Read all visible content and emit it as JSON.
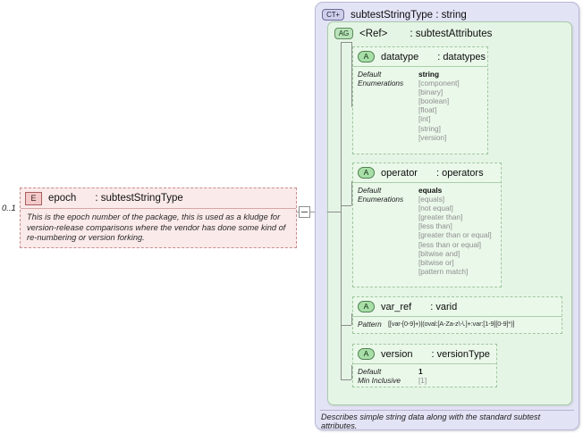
{
  "element": {
    "occurs": "0..1",
    "badge": "E",
    "name": "epoch",
    "type": ": subtestStringType",
    "documentation": "This is the epoch number of the package, this is used as a kludge for version-release comparisons where the vendor has done some kind of re-numbering or version forking."
  },
  "expander": {
    "icon": "minus-expander"
  },
  "complex_type": {
    "badge": "CT+",
    "title": "subtestStringType : string",
    "footer": "Describes simple string data along with the standard subtest attributes."
  },
  "attribute_group": {
    "badge": "AG",
    "ref": "<Ref>",
    "type": ": subtestAttributes"
  },
  "attributes": [
    {
      "badge": "A",
      "name": "datatype",
      "type": ": datatypes",
      "facets": [
        {
          "key": "Default",
          "value": "string",
          "bold": true
        },
        {
          "key": "Enumerations",
          "value": "[component]",
          "enum": true
        }
      ],
      "enumerations": [
        "[binary]",
        "[boolean]",
        "[float]",
        "[int]",
        "[string]",
        "[version]"
      ]
    },
    {
      "badge": "A",
      "name": "operator",
      "type": ": operators",
      "facets": [
        {
          "key": "Default",
          "value": "equals",
          "bold": true
        },
        {
          "key": "Enumerations",
          "value": "[equals]",
          "enum": true
        }
      ],
      "enumerations": [
        "[not equal]",
        "[greater than]",
        "[less than]",
        "[greater than or equal]",
        "[less than or equal]",
        "[bitwise and]",
        "[bitwise or]",
        "[pattern match]"
      ]
    },
    {
      "badge": "A",
      "name": "var_ref",
      "type": ": varid",
      "facets": [
        {
          "key": "Pattern",
          "value": "[[var-[0-9]+)|(oval:[A-Za-z\\-\\.]+:var:[1-9][0-9]*)]",
          "pattern": true
        }
      ],
      "enumerations": []
    },
    {
      "badge": "A",
      "name": "version",
      "type": ": versionType",
      "facets": [
        {
          "key": "Default",
          "value": "1",
          "bold": true
        },
        {
          "key": "Min Inclusive",
          "value": "[1]",
          "enum": true
        }
      ],
      "enumerations": []
    }
  ]
}
